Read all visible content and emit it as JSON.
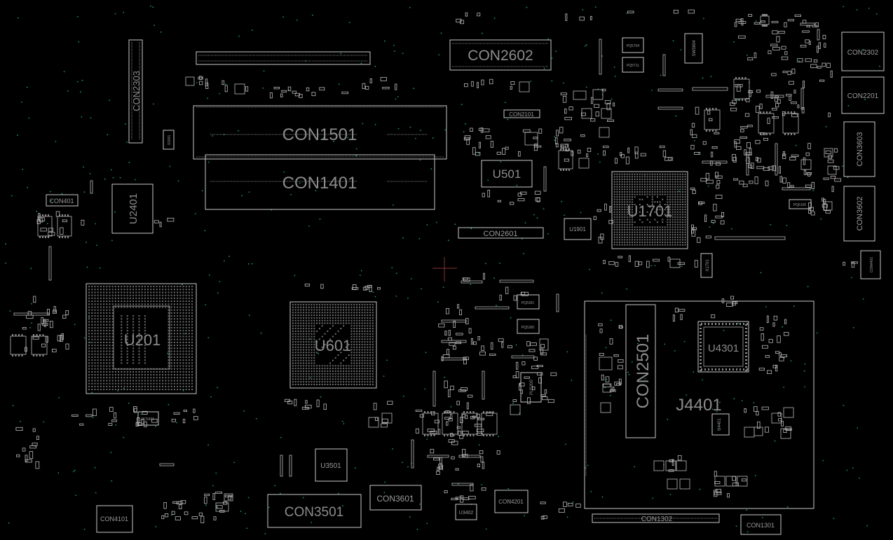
{
  "labels": {
    "con2602": "CON2602",
    "con2302": "CON2302",
    "con2201": "CON2201",
    "con3603": "CON3603",
    "con3602": "CON3602",
    "con1501": "CON1501",
    "con1401": "CON1401",
    "con2303": "CON2303",
    "con401": "CON401",
    "u2401": "U2401",
    "u501": "U501",
    "con2101": "CON2101",
    "con2601": "CON2601",
    "u1701": "U1701",
    "u1901": "U1901",
    "u201": "U201",
    "u601": "U601",
    "con2501": "CON2501",
    "j4401": "J4401",
    "u4301": "U4301",
    "u3501": "U3501",
    "con3501": "CON3501",
    "con3601": "CON3601",
    "con4101": "CON4101",
    "con4201": "CON4201",
    "u3402": "U3402",
    "con1302": "CON1302",
    "con1301": "CON1301",
    "pu5200": "PU5200",
    "sw3804": "SW3804",
    "x1701": "X1701",
    "x2001": "X2001",
    "pq5301": "PQ5301",
    "pq5300": "PQ5300",
    "pc5401": "PC5401",
    "pq6100": "PQ6100",
    "u4401": "U4401",
    "con4401": "CON4401",
    "pq5704": "PQ5704",
    "pq5711": "PQ5711"
  }
}
